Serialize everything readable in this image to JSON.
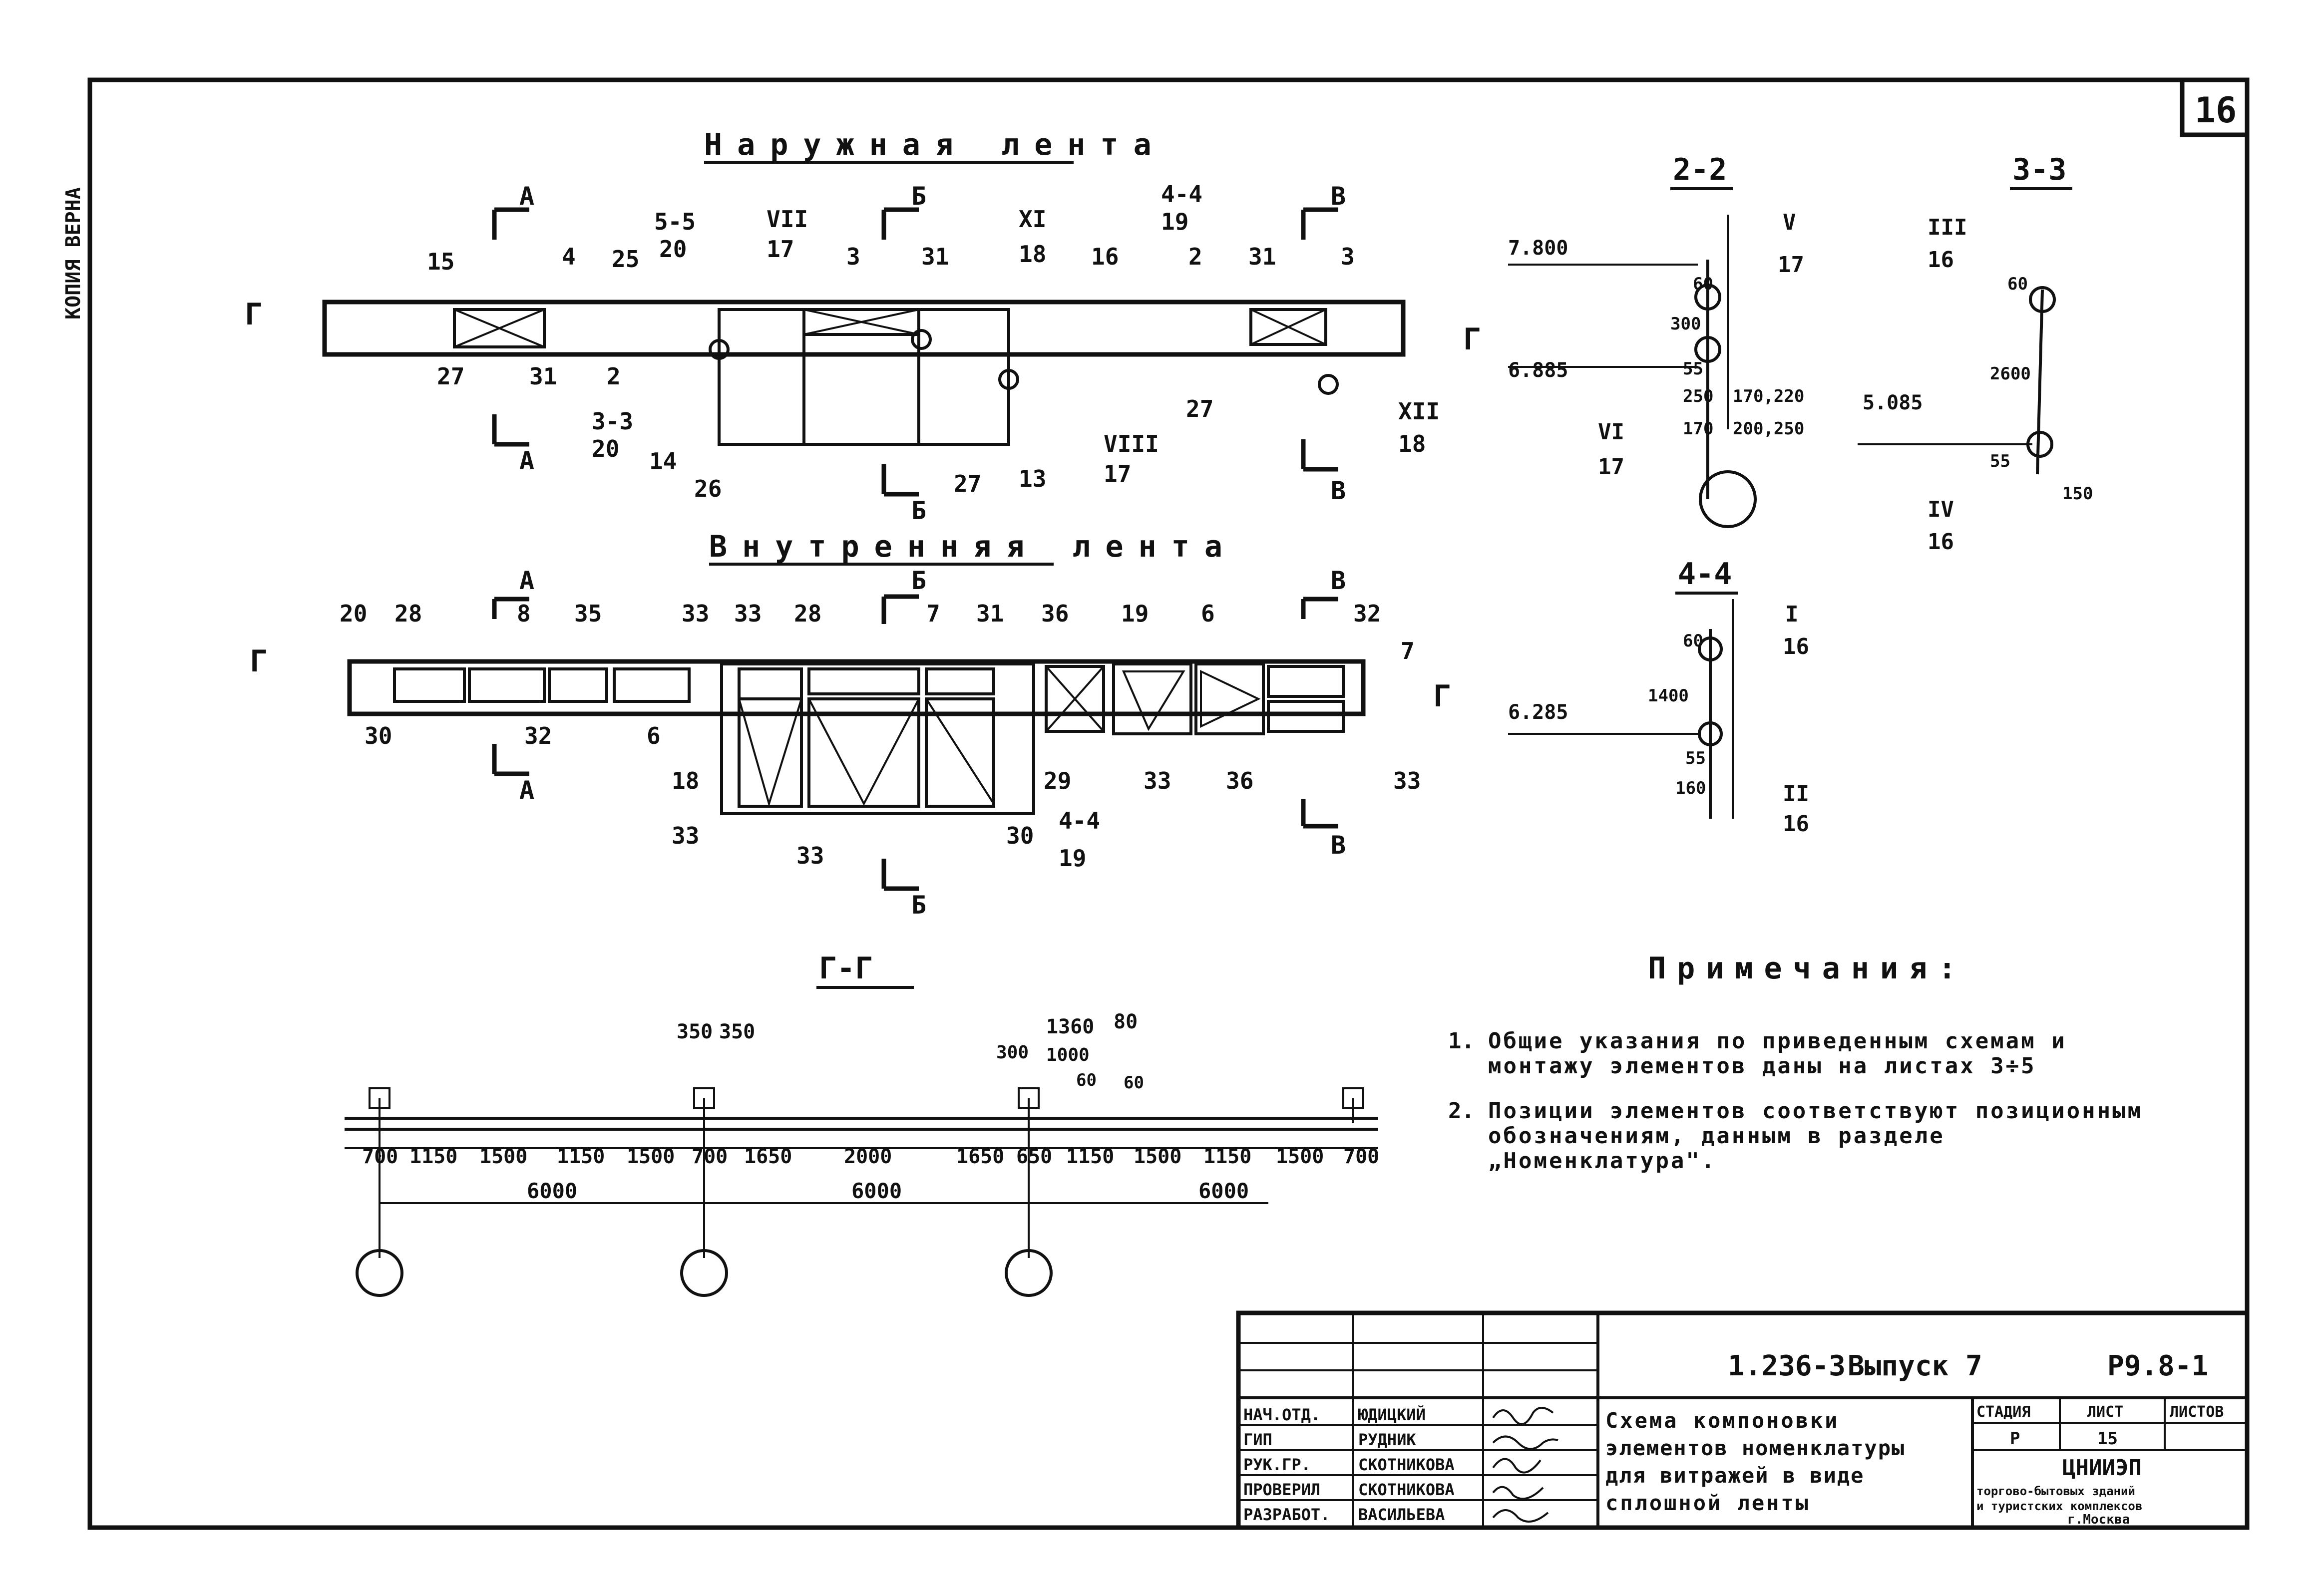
{
  "side_stamp": "КОПИЯ ВЕРНА",
  "sheet_number": "16",
  "outer_band": {
    "title": "Наружная лента",
    "sections": {
      "a": "А",
      "b": "Б",
      "v": "В",
      "g": "Г"
    },
    "labels": [
      "15",
      "4",
      "25",
      "5-5",
      "20",
      "VII",
      "17",
      "3",
      "31",
      "XI",
      "18",
      "16",
      "4-4",
      "19",
      "2",
      "31",
      "3",
      "27",
      "31",
      "2",
      "3-3",
      "20",
      "14",
      "26",
      "27",
      "13",
      "VIII",
      "17",
      "27",
      "XII",
      "18"
    ]
  },
  "inner_band": {
    "title": "Внутренняя лента",
    "labels": [
      "20",
      "28",
      "8",
      "35",
      "33",
      "33",
      "28",
      "7",
      "31",
      "36",
      "19",
      "6",
      "32",
      "7",
      "30",
      "32",
      "6",
      "18",
      "29",
      "33",
      "36",
      "33",
      "33",
      "33",
      "30",
      "4-4",
      "19"
    ]
  },
  "section_2_2": {
    "title": "2-2",
    "level_top": "7.800",
    "level_bottom": "6.885",
    "dims": [
      "60",
      "300",
      "55",
      "250",
      "170",
      "170,220",
      "200,250"
    ],
    "nodes": [
      "V",
      "17",
      "VI",
      "17"
    ]
  },
  "section_3_3": {
    "title": "3-3",
    "level": "5.085",
    "dims": [
      "60",
      "2600",
      "55",
      "150"
    ],
    "nodes": [
      "III",
      "16",
      "IV",
      "16"
    ]
  },
  "section_4_4": {
    "title": "4-4",
    "level": "6.285",
    "dims": [
      "60",
      "1400",
      "55",
      "160"
    ],
    "nodes": [
      "I",
      "16",
      "II",
      "16"
    ]
  },
  "section_gg": {
    "title": "Г-Г",
    "top_dims": [
      "350",
      "350",
      "1360",
      "80",
      "300",
      "1000",
      "60",
      "60"
    ],
    "segments": [
      "700",
      "1150",
      "1500",
      "1150",
      "1500",
      "700",
      "1650",
      "2000",
      "1650",
      "650",
      "1150",
      "1500",
      "1150",
      "1500",
      "700"
    ],
    "spans": [
      "6000",
      "6000",
      "6000"
    ]
  },
  "notes": {
    "title": "Примечания:",
    "items": [
      {
        "num": "1.",
        "line1": "Общие указания по приведенным схемам и",
        "line2": "монтажу элементов даны на листах 3÷5"
      },
      {
        "num": "2.",
        "line1": "Позиции элементов соответствуют позиционным",
        "line2": "обозначениям, данным в разделе",
        "line3": "„Номенклатура\"."
      }
    ]
  },
  "title_block": {
    "code": "1.236-3",
    "issue": "Выпуск 7",
    "doc_no": "Р9.8-1",
    "roles": [
      "НАЧ.ОТД.",
      "ГИП",
      "РУК.ГР.",
      "ПРОВЕРИЛ",
      "РАЗРАБОТ."
    ],
    "names": [
      "ЮДИЦКИЙ",
      "РУДНИК",
      "СКОТНИКОВА",
      "СКОТНИКОВА",
      "ВАСИЛЬЕВА"
    ],
    "title_lines": [
      "Схема компоновки",
      "элементов номенклатуры",
      "для витражей в виде",
      "сплошной ленты"
    ],
    "stage_header": "СТАДИЯ",
    "sheet_header": "ЛИСТ",
    "sheets_header": "ЛИСТОВ",
    "stage": "Р",
    "sheet": "15",
    "org": "ЦНИИЭП",
    "org_line2": "торгово-бытовых зданий",
    "org_line3": "и туристских комплексов",
    "org_line4": "г.Москва"
  }
}
